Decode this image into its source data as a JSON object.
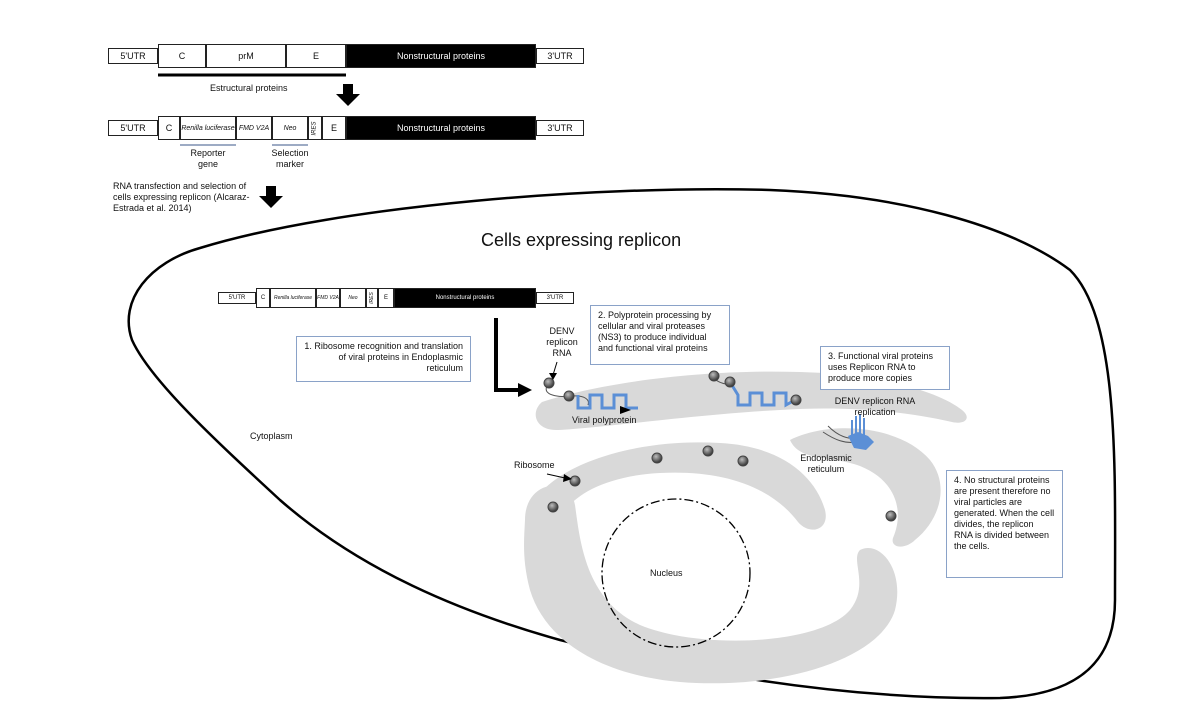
{
  "top_construct": {
    "segments": [
      "5'UTR",
      "C",
      "prM",
      "E",
      "Nonstructural proteins",
      "3'UTR"
    ],
    "structural_label": "Estructural proteins"
  },
  "replicon_construct": {
    "segments": [
      "5'UTR",
      "C",
      "Renilla luciferase",
      "FMD V2A",
      "Neo",
      "IRES",
      "E",
      "Nonstructural proteins",
      "3'UTR"
    ],
    "reporter_label": "Reporter gene",
    "selection_label": "Selection marker"
  },
  "transfection_text": "RNA transfection and selection of cells expressing replicon (Alcaraz-Estrada et al. 2014)",
  "cell": {
    "title": "Cells expressing replicon",
    "cytoplasm": "Cytoplasm",
    "nucleus": "Nucleus",
    "ribosome": "Ribosome",
    "er": "Endoplasmic reticulum",
    "denv_rna": "DENV replicon RNA",
    "viral_polyprotein": "Viral polyprotein",
    "replication": "DENV replicon RNA replication"
  },
  "steps": [
    "1. Ribosome recognition and translation of viral proteins in Endoplasmic reticulum",
    "2. Polyprotein processing by cellular and viral proteases (NS3) to produce individual and functional viral proteins",
    "3. Functional viral proteins uses Replicon RNA to produce more copies",
    "4. No structural proteins are present therefore no viral particles are generated. When the cell divides, the replicon RNA is divided between the cells."
  ],
  "colors": {
    "er": "#d9d9d9",
    "protein": "#5b8fd6",
    "box_border": "#8aa2c8"
  }
}
